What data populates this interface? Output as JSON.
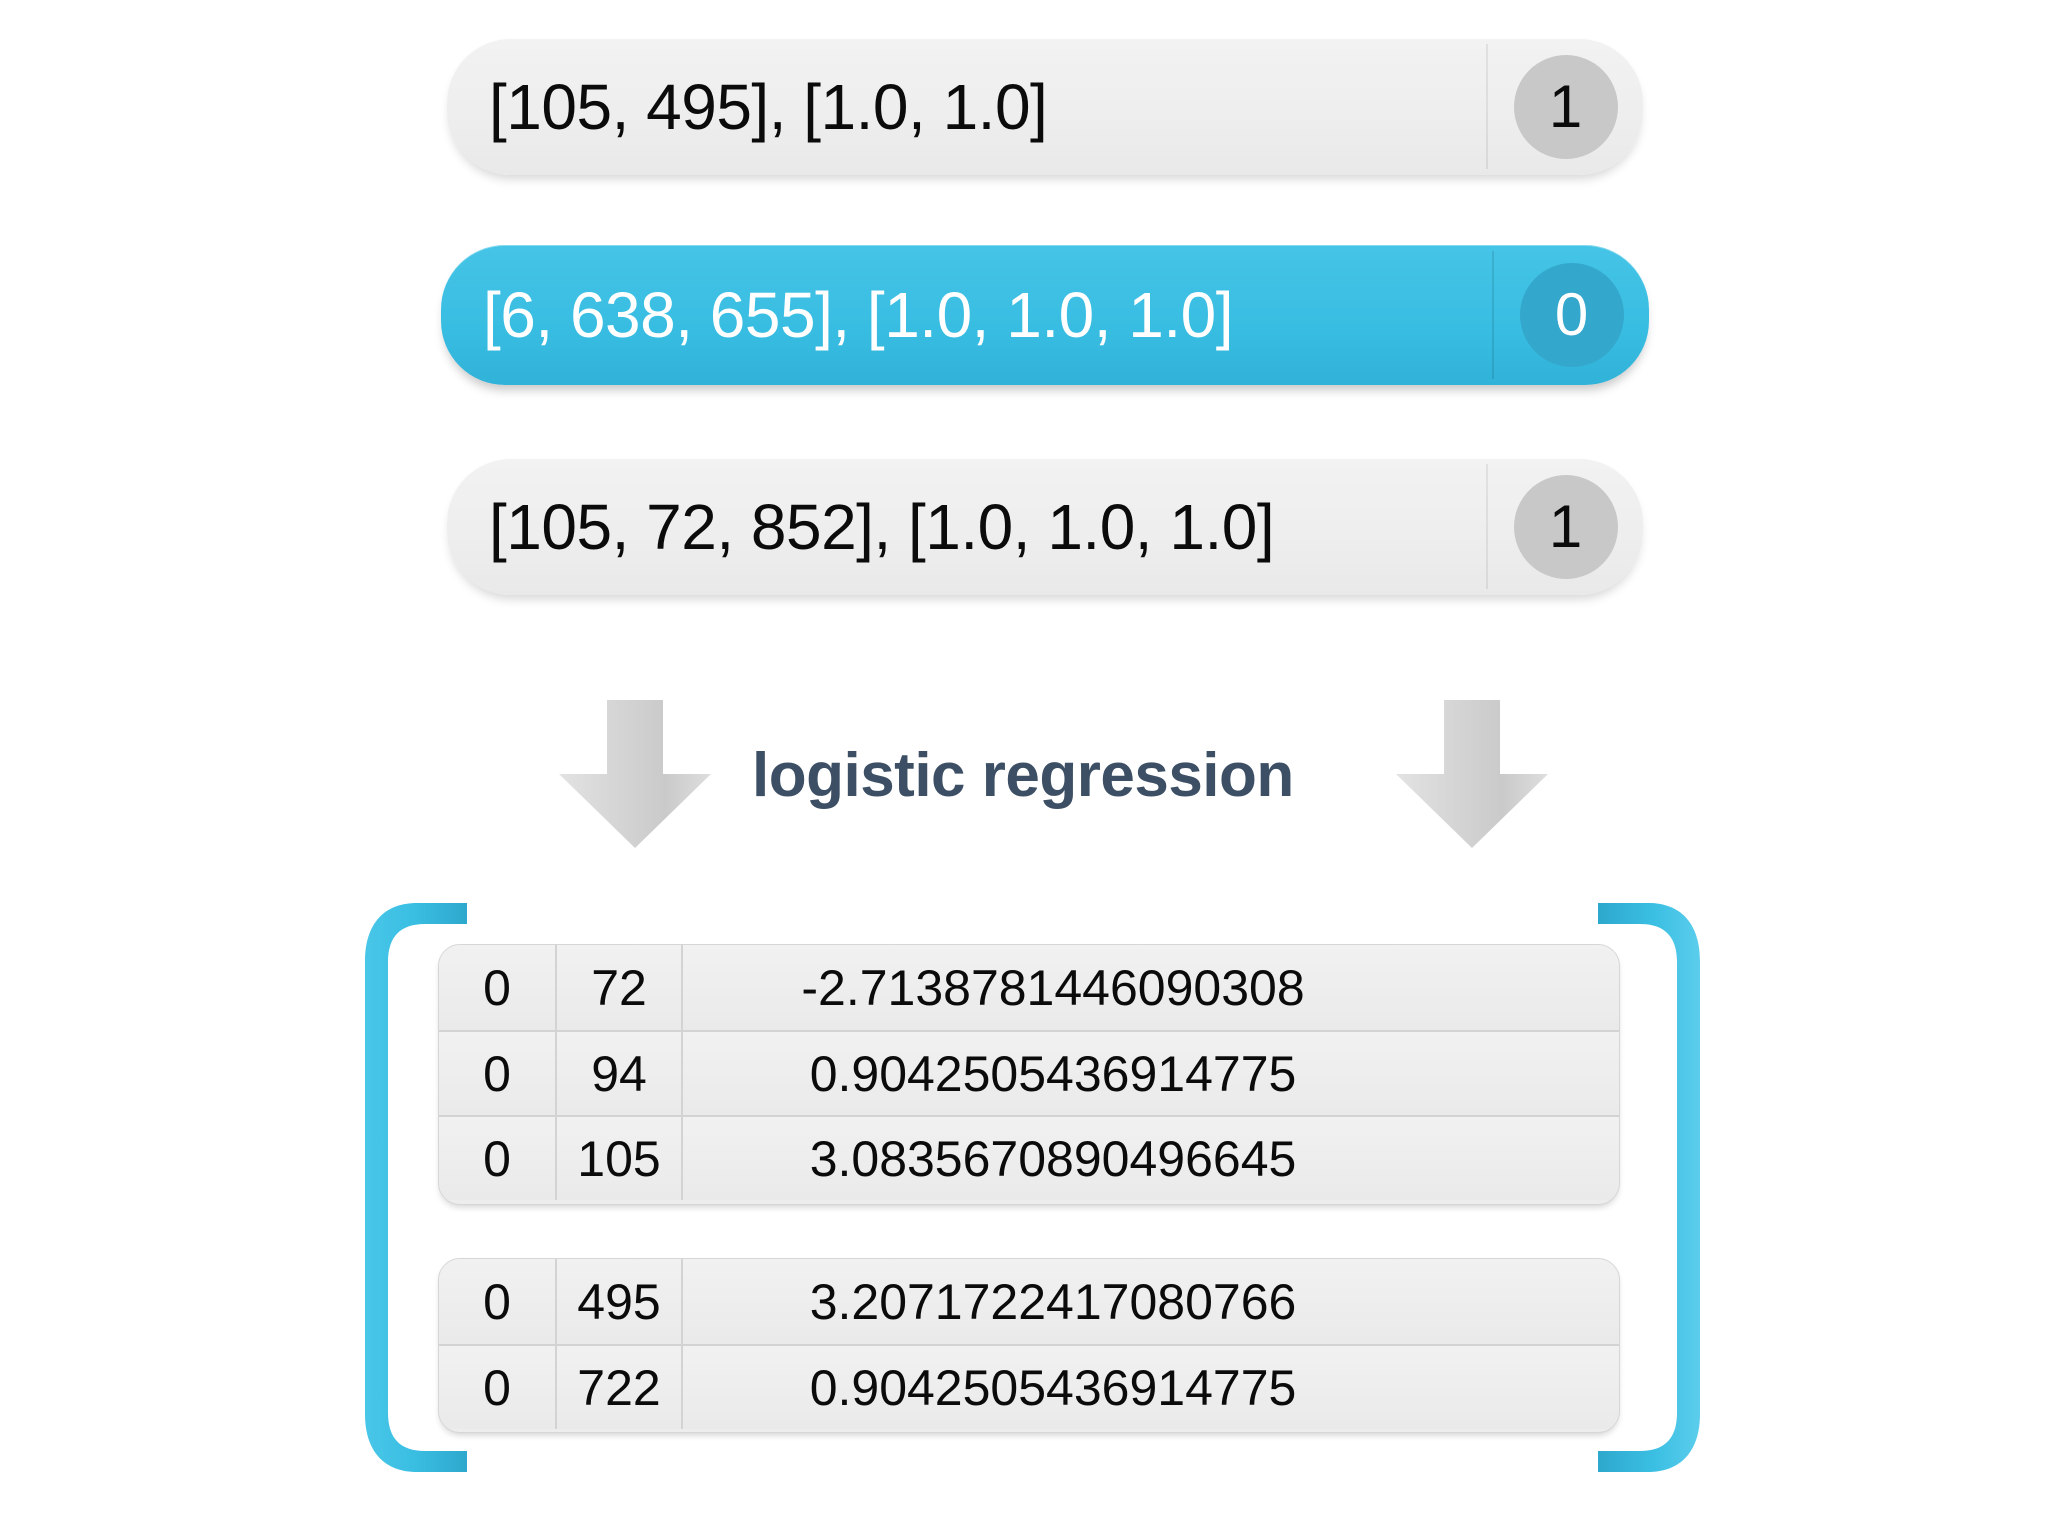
{
  "colors": {
    "accent_blue": "#3ABFE3",
    "accent_blue_dark": "#34A7CD",
    "badge_gray": "#C8C8C8",
    "pill_gray": "#EEEEEE",
    "label_color": "#3D4F64",
    "table_bg": "#EDEDED",
    "arrow_gray": "#CFCFCF",
    "background": "#FFFFFF"
  },
  "input_rows": [
    {
      "text": "[105, 495], [1.0, 1.0]",
      "badge": "1",
      "state": "normal"
    },
    {
      "text": "[6, 638, 655], [1.0, 1.0, 1.0]",
      "badge": "0",
      "state": "highlighted"
    },
    {
      "text": "[105, 72, 852], [1.0, 1.0, 1.0]",
      "badge": "1",
      "state": "normal"
    }
  ],
  "transform": {
    "label": "logistic regression",
    "left_arrow_icon": "down-arrow-icon",
    "right_arrow_icon": "down-arrow-icon"
  },
  "output": {
    "left_bracket_icon": "open-bracket-icon",
    "right_bracket_icon": "close-bracket-icon",
    "tables": [
      {
        "rows": [
          {
            "class_label": "0",
            "feature_index": "72",
            "coefficient": "-2.7138781446090308"
          },
          {
            "class_label": "0",
            "feature_index": "94",
            "coefficient": "0.9042505436914775"
          },
          {
            "class_label": "0",
            "feature_index": "105",
            "coefficient": "3.0835670890496645"
          }
        ]
      },
      {
        "rows": [
          {
            "class_label": "0",
            "feature_index": "495",
            "coefficient": "3.2071722417080766"
          },
          {
            "class_label": "0",
            "feature_index": "722",
            "coefficient": "0.9042505436914775"
          }
        ]
      }
    ]
  }
}
